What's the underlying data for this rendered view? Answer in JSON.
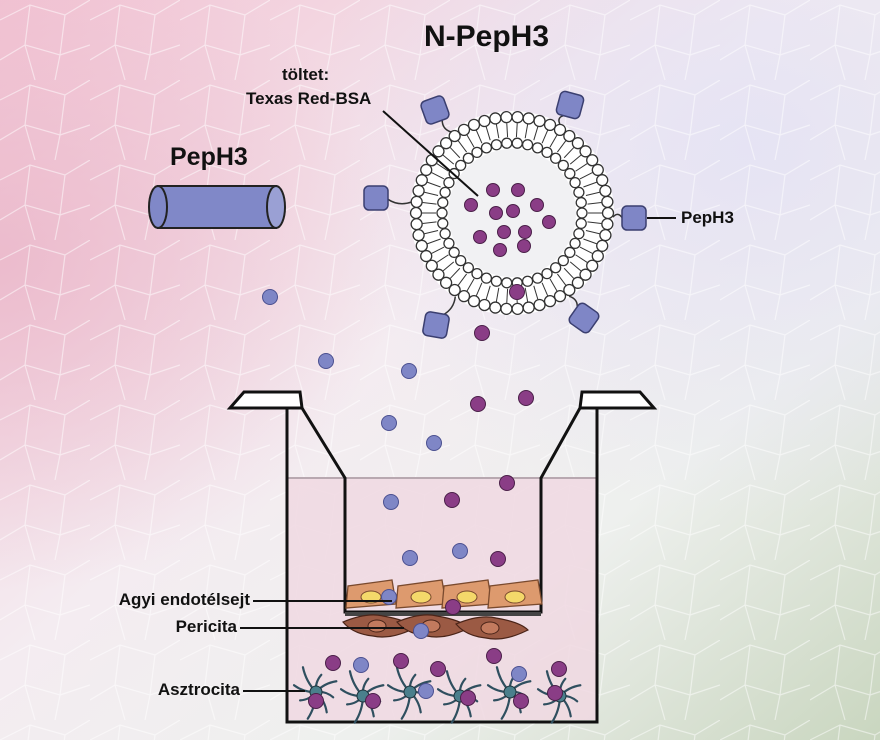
{
  "title": "N-PepH3",
  "peptide_label": "PepH3",
  "cargo": {
    "line1": "töltet:",
    "line2": "Texas Red-BSA"
  },
  "peptide_pointer_label": "PepH3",
  "layers": {
    "endothelial": "Agyi endotélsejt",
    "pericyte": "Pericita",
    "astrocyte": "Asztrocita"
  },
  "colors": {
    "peptide": "#7f86c6",
    "cargo": "#8a3d86",
    "endothelial": "#dd9a6e",
    "pericyte": "#9b5a44",
    "astrocyte": "#2f4f5f",
    "medium": "#f0d8e2"
  }
}
